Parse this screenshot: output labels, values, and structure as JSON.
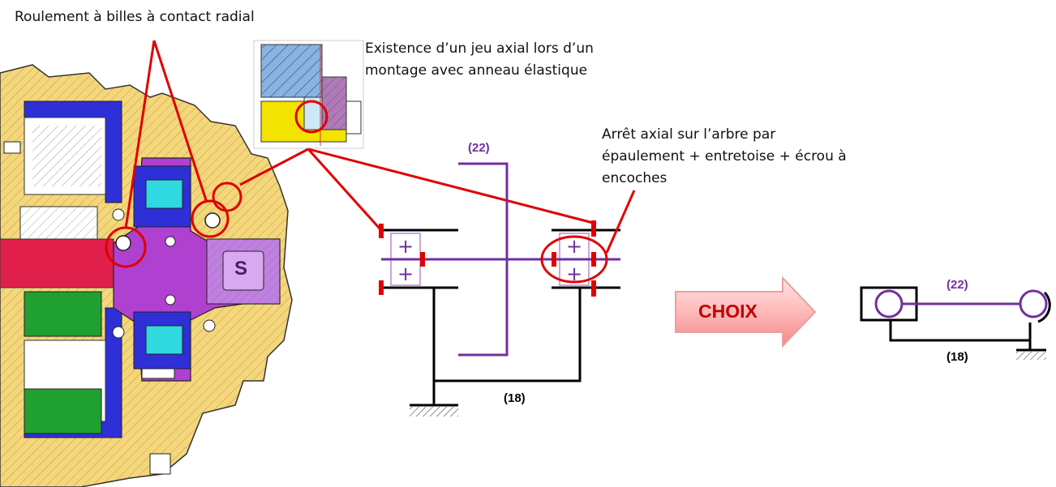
{
  "annotations": {
    "bearing_label": "Roulement à billes à contact radial",
    "axial_play_line1": "Existence d’un jeu axial lors d’un",
    "axial_play_line2": "montage avec anneau élastique",
    "axial_stop_line1": "Arrêt axial sur l’arbre par",
    "axial_stop_line2": "épaulement + entretoise + écrou à",
    "axial_stop_line3": "encoches"
  },
  "schema": {
    "part_22": "(22)",
    "part_18": "(18)"
  },
  "choice": {
    "label": "CHOIX",
    "part_22": "(22)",
    "part_18": "(18)"
  },
  "drawing": {
    "part_letter": "S"
  },
  "colors": {
    "red": "#e00000",
    "purple": "#7030a0",
    "yellow": "#f5d77a",
    "blue": "#2f2fd8",
    "magenta": "#b040d0",
    "green": "#20a030",
    "pink_red": "#e0204a",
    "cyan": "#30d8e0"
  }
}
